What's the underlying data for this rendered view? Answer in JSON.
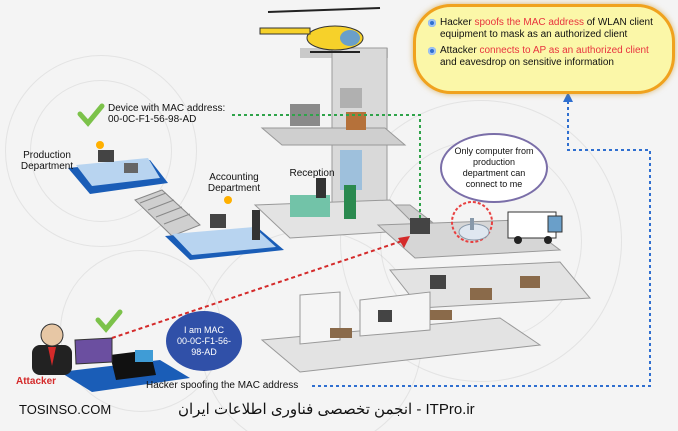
{
  "info_box": {
    "line1_prefix": "Hacker ",
    "line1_highlight": "spoofs the MAC address",
    "line1_suffix": " of WLAN client equipment to mask as an authorized client",
    "line2_prefix": "Attacker ",
    "line2_highlight": "connects to AP as an authorized client",
    "line2_suffix": " and eavesdrop on sensitive information"
  },
  "labels": {
    "device_mac_title": "Device with MAC address:",
    "device_mac_value": "00-0C-F1-56-98-AD",
    "production_dept": "Production Department",
    "accounting_dept": "Accounting Department",
    "reception": "Reception",
    "only_computer": "Only computer from production department can connect to me",
    "iam_mac_1": "I am MAC",
    "iam_mac_2": "00-0C-F1-56-",
    "iam_mac_3": "98-AD",
    "attacker": "Attacker",
    "spoofing": "Hacker spoofing the MAC address"
  },
  "footer": {
    "left": "TOSINSO.COM",
    "right": "ITPro.ir - انجمن تخصصی فناوری اطلاعات ایران"
  },
  "colors": {
    "accent_orange": "#f0a21e",
    "highlight_red": "#e8343e",
    "bubble_blue": "#3050a8",
    "check_green": "#7cc24a",
    "dotted_blue": "#2f6fd0",
    "dotted_red": "#d42a2a",
    "dotted_green": "#2fa34a"
  }
}
